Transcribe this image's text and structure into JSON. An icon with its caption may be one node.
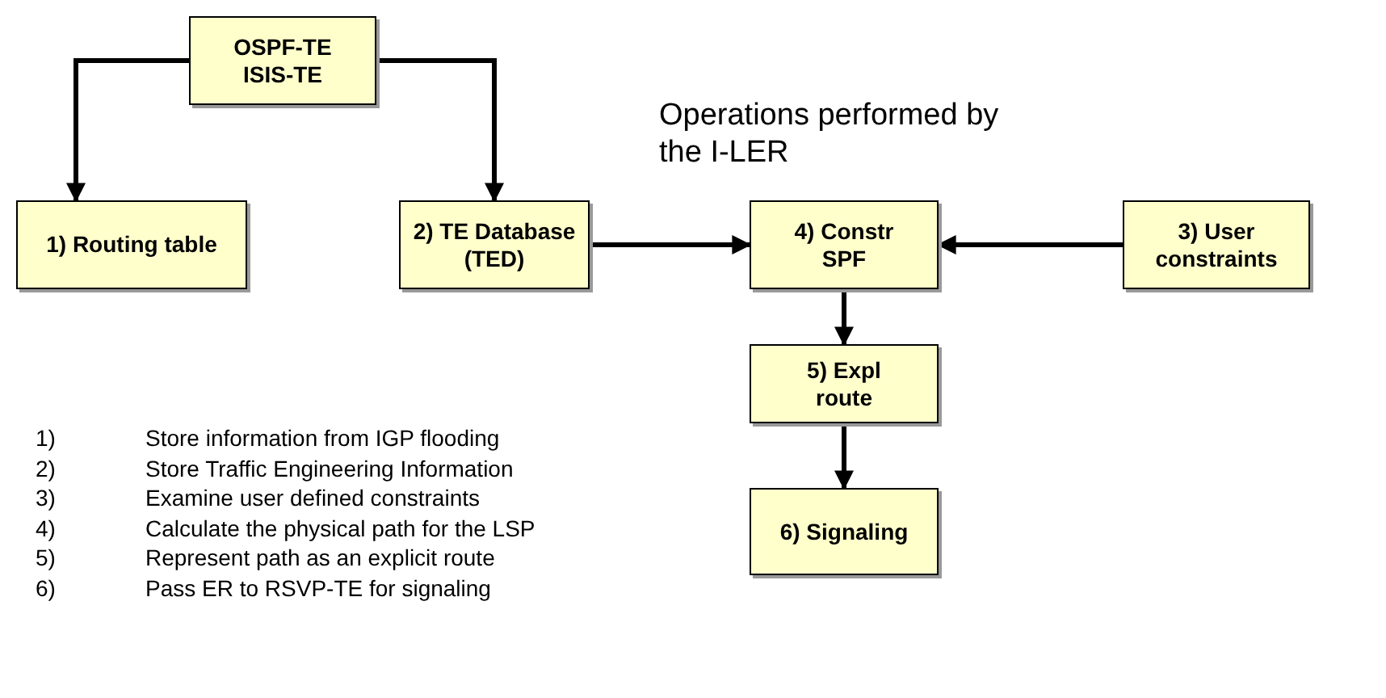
{
  "diagram": {
    "nodes": [
      {
        "text": [
          "OSPF-TE",
          "ISIS-TE"
        ]
      },
      {
        "text": [
          "1) Routing table"
        ]
      },
      {
        "text": [
          "2) TE Database (TED)"
        ]
      },
      {
        "text": [
          "4) Constr SPF"
        ]
      },
      {
        "text": [
          "3) User constraints"
        ]
      },
      {
        "text": [
          "5) Expl route"
        ]
      },
      {
        "text": [
          "6) Signaling"
        ]
      }
    ],
    "edges": [
      {
        "from": 0,
        "to": 1,
        "arrow": "to"
      },
      {
        "from": 0,
        "to": 2,
        "arrow": "to"
      },
      {
        "from": 2,
        "to": 3,
        "arrow": "to"
      },
      {
        "from": 4,
        "to": 3,
        "arrow": "to"
      },
      {
        "from": 3,
        "to": 5,
        "arrow": "to"
      },
      {
        "from": 5,
        "to": 6,
        "arrow": "to"
      }
    ],
    "labels": [
      "Operations performed by the I-LER",
      "1)",
      "Store information from IGP flooding",
      "2)",
      "Store Traffic Engineering Information",
      "3)",
      "Examine user defined constraints",
      "4)",
      "Calculate the physical path for the LSP",
      "5)",
      "Represent path as an explicit route",
      "6)",
      "Pass ER to RSVP-TE for signaling"
    ]
  }
}
